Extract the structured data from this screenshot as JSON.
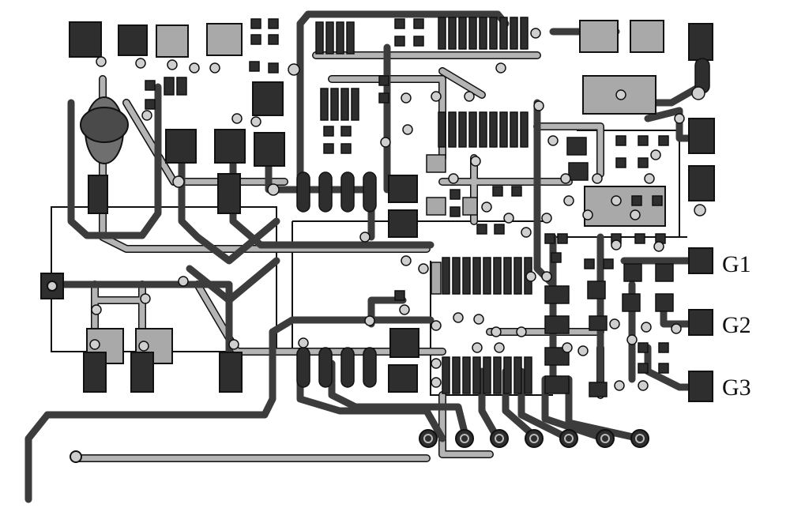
{
  "diagram": {
    "kind": "pcb-layout",
    "colors": {
      "background": "#ffffff",
      "trace_dark": "#3c3c3c",
      "trace_light": "#b4b4b4",
      "pad_dark": "#2e2e2e",
      "pad_light": "#a9a9a9",
      "outline": "#111111"
    },
    "labels": [
      {
        "id": "g1",
        "text": "G1"
      },
      {
        "id": "g2",
        "text": "G2"
      },
      {
        "id": "g3",
        "text": "G3"
      }
    ]
  }
}
